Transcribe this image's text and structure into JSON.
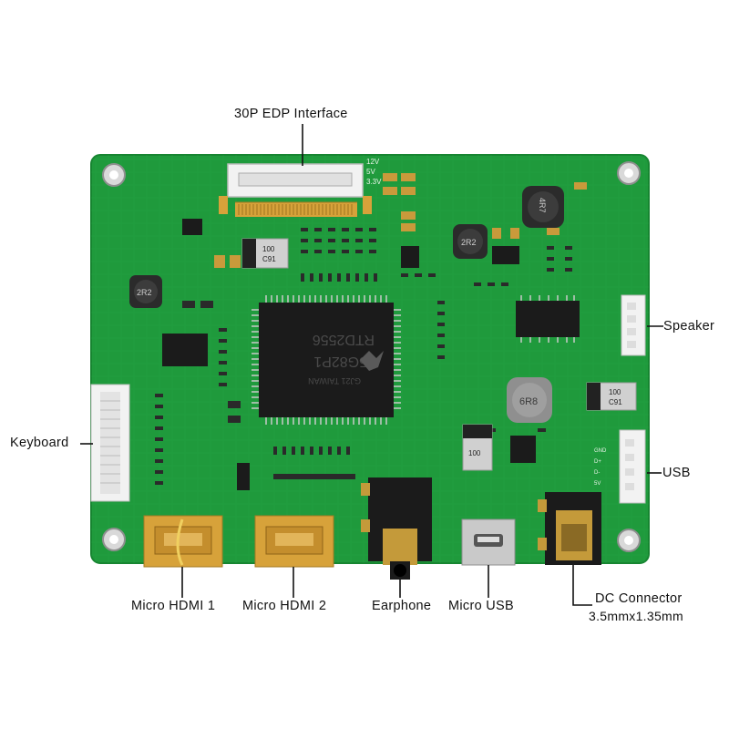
{
  "labels": {
    "edp_interface": "30P EDP Interface",
    "speaker": "Speaker",
    "keyboard": "Keyboard",
    "usb": "USB",
    "micro_hdmi_1": "Micro HDMI 1",
    "micro_hdmi_2": "Micro HDMI 2",
    "earphone": "Earphone",
    "micro_usb": "Micro USB",
    "dc_connector": "DC Connector",
    "dc_connector_size": "3.5mmx1.35mm"
  },
  "board": {
    "main_chip_lines": [
      "RTD2556",
      "J5G82P1",
      "GJ21 TAIWAN"
    ],
    "silkscreen_power": [
      "12V",
      "5V",
      "3.3V"
    ],
    "inductor_codes": [
      "2R2",
      "2R2",
      "4R7",
      "6R8"
    ],
    "capacitor_text": [
      "100",
      "C91"
    ],
    "usb_pins": [
      "GND",
      "D+",
      "D-",
      "5V"
    ]
  },
  "colors": {
    "pcb_green": "#1f9a3c",
    "pcb_edge": "#178531",
    "gold": "#d7a23a",
    "silver": "#c9c9c9",
    "chip_black": "#1b1b1b",
    "connector_white": "#f2f2f2",
    "leader_line": "#111111"
  }
}
